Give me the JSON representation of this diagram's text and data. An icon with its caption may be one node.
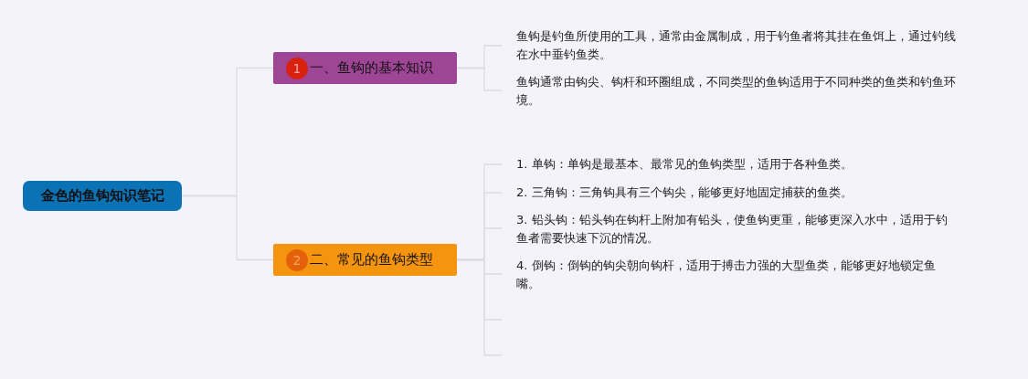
{
  "diagram": {
    "nodes": [
      {
        "text": [
          "金色的鱼钩知识笔记"
        ]
      },
      {
        "text": [
          "1",
          "一、鱼钩的基本知识"
        ]
      },
      {
        "text": [
          "2",
          "二、常见的鱼钩类型"
        ]
      },
      {
        "text": [
          "鱼钩是钓鱼所使用的工具，通常由金属制成，用于钓鱼者将其挂在鱼饵上，通过钓线在水中垂钓鱼类。"
        ]
      },
      {
        "text": [
          "鱼钩通常由钩尖、钩杆和环圈组成，不同类型的鱼钩适用于不同种类的鱼类和钓鱼环境。"
        ]
      },
      {
        "text": [
          "1. 单钩：单钩是最基本、最常见的鱼钩类型，适用于各种鱼类。"
        ]
      },
      {
        "text": [
          "2. 三角钩：三角钩具有三个钩尖，能够更好地固定捕获的鱼类。"
        ]
      },
      {
        "text": [
          "3. 铅头钩：铅头钩在钩杆上附加有铅头，使鱼钩更重，能够更深入水中，适用于钓鱼者需要快速下沉的情况。"
        ]
      },
      {
        "text": [
          "4. 倒钩：倒钩的钩尖朝向钩杆，适用于搏击力强的大型鱼类，能够更好地锁定鱼嘴。"
        ]
      }
    ],
    "edges": [
      {
        "from": 0,
        "to": 1,
        "arrow": "none"
      },
      {
        "from": 0,
        "to": 2,
        "arrow": "none"
      },
      {
        "from": 1,
        "to": 3,
        "arrow": "none"
      },
      {
        "from": 1,
        "to": 4,
        "arrow": "none"
      },
      {
        "from": 2,
        "to": 5,
        "arrow": "none"
      },
      {
        "from": 2,
        "to": 6,
        "arrow": "none"
      },
      {
        "from": 2,
        "to": 7,
        "arrow": "none"
      },
      {
        "from": 2,
        "to": 8,
        "arrow": "none"
      },
      {
        "from": 2,
        "to": null,
        "arrow": "none"
      },
      {
        "from": 2,
        "to": null,
        "arrow": "none"
      }
    ]
  }
}
